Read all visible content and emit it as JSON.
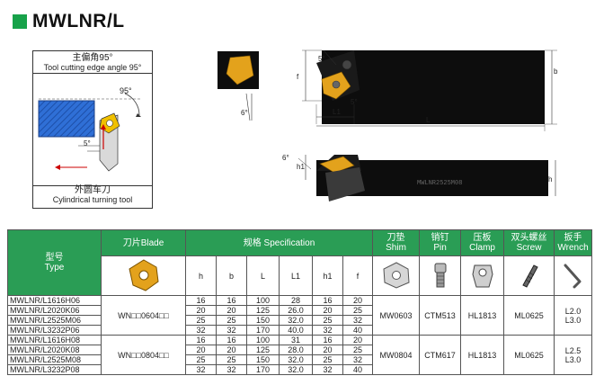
{
  "title": "MWLNR/L",
  "colors": {
    "accent": "#17a24a",
    "header": "#2a9d55",
    "tool_body": "#0d0d0d",
    "insert": "#e3a21c",
    "section_blue": "#2f6fd6"
  },
  "schematic": {
    "top_cn": "主偏角95°",
    "top_en": "Tool cutting edge angle 95°",
    "angle_label": "95°",
    "small_angle": "5°",
    "bottom_cn": "外圆车刀",
    "bottom_en": "Cylindrical turning tool"
  },
  "drawing": {
    "angle_5_top": "5°",
    "angle_5_mid": "5°",
    "angle_6_left": "6°",
    "label_f": "f",
    "label_l1": "L1",
    "label_l": "L",
    "label_b": "b",
    "angle_6_side": "6°",
    "label_h1": "h1",
    "label_h": "h",
    "engraving": "MWLNR2525M08"
  },
  "table": {
    "headers": {
      "type_cn": "型号",
      "type_en": "Type",
      "blade": "刀片Blade",
      "spec": "规格 Specification",
      "shim_cn": "刀垫",
      "shim_en": "Shim",
      "pin_cn": "销钉",
      "pin_en": "Pin",
      "clamp_cn": "压板",
      "clamp_en": "Clamp",
      "screw_cn": "双头螺丝",
      "screw_en": "Screw",
      "wrench_cn": "扳手",
      "wrench_en": "Wrench"
    },
    "spec_columns": [
      "h",
      "b",
      "L",
      "L1",
      "h1",
      "f"
    ],
    "groups": [
      {
        "blade": "WN□□0604□□",
        "shim": "MW0603",
        "pin": "CTM513",
        "clamp": "HL1813",
        "screw": "ML0625",
        "wrench": [
          "L2.0",
          "L3.0"
        ],
        "rows": [
          {
            "type": "MWLNR/L1616H06",
            "h": "16",
            "b": "16",
            "L": "100",
            "L1": "28",
            "h1": "16",
            "f": "20"
          },
          {
            "type": "MWLNR/L2020K06",
            "h": "20",
            "b": "20",
            "L": "125",
            "L1": "26.0",
            "h1": "20",
            "f": "25"
          },
          {
            "type": "MWLNR/L2525M06",
            "h": "25",
            "b": "25",
            "L": "150",
            "L1": "32.0",
            "h1": "25",
            "f": "32"
          },
          {
            "type": "MWLNR/L3232P06",
            "h": "32",
            "b": "32",
            "L": "170",
            "L1": "40.0",
            "h1": "32",
            "f": "40"
          }
        ]
      },
      {
        "blade": "WN□□0804□□",
        "shim": "MW0804",
        "pin": "CTM617",
        "clamp": "HL1813",
        "screw": "ML0625",
        "wrench": [
          "L2.5",
          "L3.0"
        ],
        "rows": [
          {
            "type": "MWLNR/L1616H08",
            "h": "16",
            "b": "16",
            "L": "100",
            "L1": "31",
            "h1": "16",
            "f": "20"
          },
          {
            "type": "MWLNR/L2020K08",
            "h": "20",
            "b": "20",
            "L": "125",
            "L1": "28.0",
            "h1": "20",
            "f": "25"
          },
          {
            "type": "MWLNR/L2525M08",
            "h": "25",
            "b": "25",
            "L": "150",
            "L1": "32.0",
            "h1": "25",
            "f": "32"
          },
          {
            "type": "MWLNR/L3232P08",
            "h": "32",
            "b": "32",
            "L": "170",
            "L1": "32.0",
            "h1": "32",
            "f": "40"
          }
        ]
      }
    ]
  }
}
